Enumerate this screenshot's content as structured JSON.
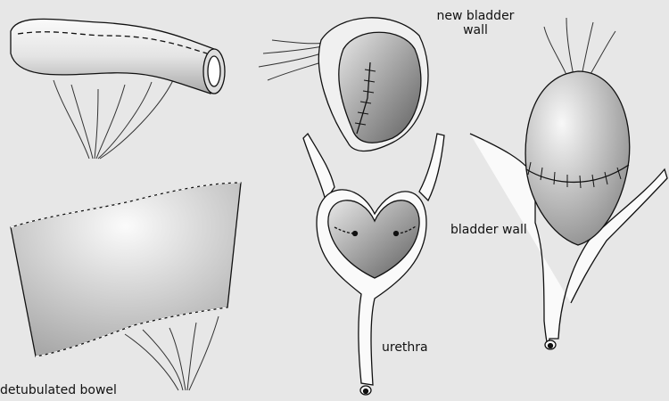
{
  "labels": {
    "new_bladder_wall_line1": "new bladder",
    "new_bladder_wall_line2": "wall",
    "bladder_wall": "bladder wall",
    "urethra": "urethra",
    "detubulated_bowel": "detubulated bowel"
  },
  "colors": {
    "background": "#e7e7e7",
    "outline": "#111111",
    "tissue_light": "#f4f4f4",
    "tissue_dark": "#777777"
  }
}
